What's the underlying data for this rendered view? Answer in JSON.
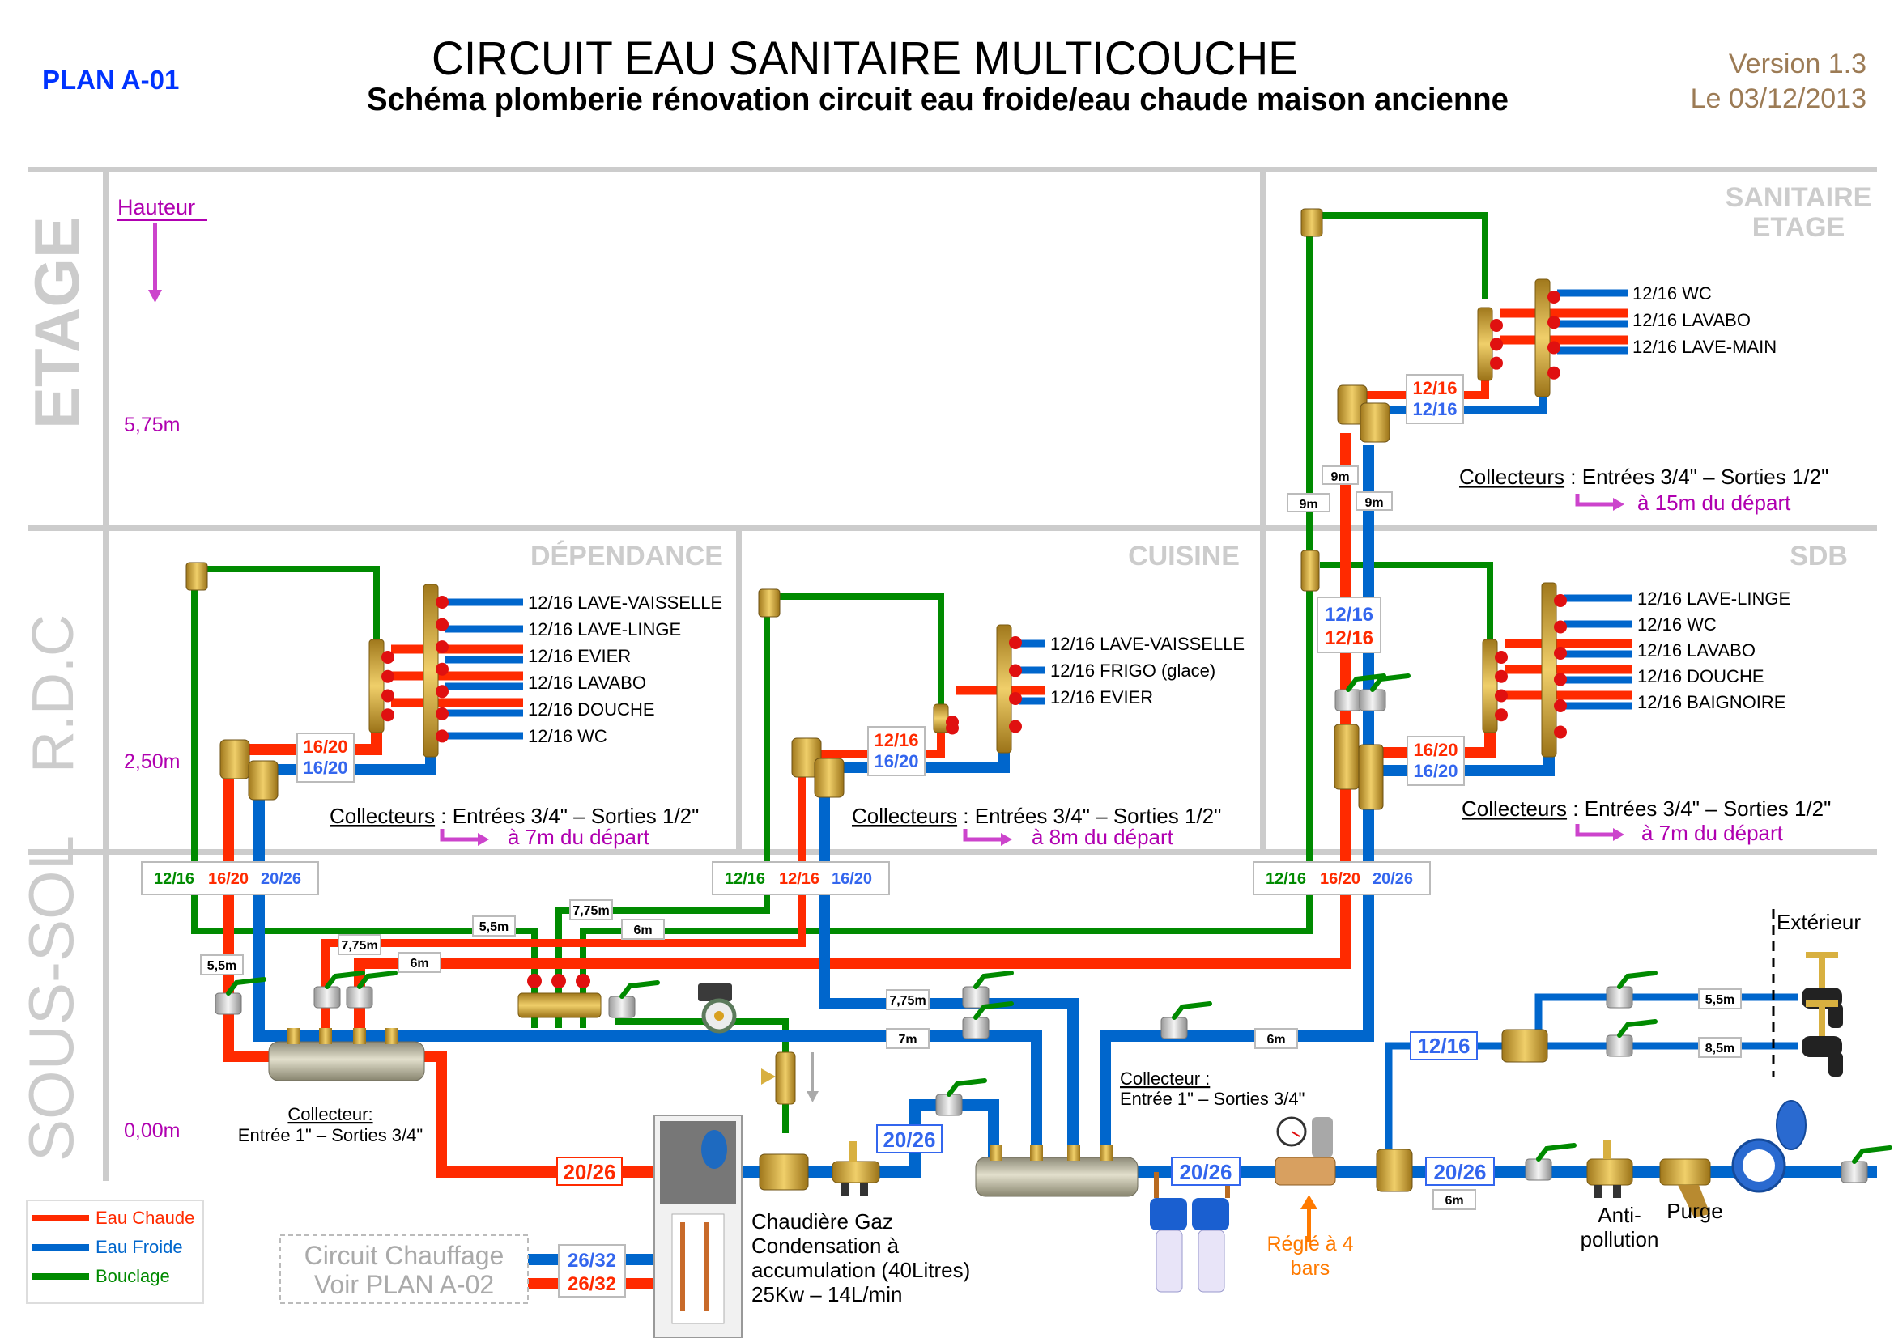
{
  "header": {
    "plan": "PLAN A-01",
    "title": "CIRCUIT EAU SANITAIRE MULTICOUCHE",
    "subtitle": "Schéma plomberie rénovation circuit eau froide/eau chaude maison ancienne",
    "version": "Version 1.3",
    "date": "Le 03/12/2013"
  },
  "colors": {
    "hot": "#ff2a00",
    "cold": "#0066cc",
    "loop": "#008a00",
    "grid": "#cccccc",
    "accent_magenta": "#b000b0",
    "plan_blue": "#0033ff",
    "version_brown": "#9c7b55",
    "label_blue": "#3366ee",
    "orange": "#ff7a00"
  },
  "levels": {
    "etage": "ETAGE",
    "rdc": "R.D.C",
    "soussol": "SOUS-SOL",
    "hauteur": "Hauteur",
    "h_etage": "5,75m",
    "h_rdc": "2,50m",
    "h_soussol": "0,00m"
  },
  "rooms": {
    "sanitaire_etage": [
      "SANITAIRE",
      "ETAGE"
    ],
    "dependance": "DÉPENDANCE",
    "cuisine": "CUISINE",
    "sdb": "SDB"
  },
  "collecteurs_note": "Collecteurs",
  "collecteurs_rest": " : Entrées 3/4\" – Sorties 1/2\"",
  "sections": {
    "etage": {
      "outlets": [
        "12/16  WC",
        "12/16  LAVABO",
        "12/16  LAVE-MAIN"
      ],
      "hot_size": "12/16",
      "cold_size": "12/16",
      "distance": "à 15m du départ",
      "riser_lengths": [
        "9m",
        "9m",
        "9m"
      ]
    },
    "dependance": {
      "outlets": [
        "12/16  LAVE-VAISSELLE",
        "12/16  LAVE-LINGE",
        "12/16  EVIER",
        "12/16  LAVABO",
        "12/16  DOUCHE",
        "12/16  WC"
      ],
      "hot_size": "16/20",
      "cold_size": "16/20",
      "distance": "à 7m du départ",
      "feed": [
        "12/16",
        "16/20",
        "20/26"
      ]
    },
    "cuisine": {
      "outlets": [
        "12/16  LAVE-VAISSELLE",
        "12/16  FRIGO (glace)",
        "12/16  EVIER"
      ],
      "hot_size": "12/16",
      "cold_size": "16/20",
      "distance": "à 8m du départ",
      "feed": [
        "12/16",
        "12/16",
        "16/20"
      ]
    },
    "sdb": {
      "outlets": [
        "12/16  LAVE-LINGE",
        "12/16  WC",
        "12/16  LAVABO",
        "12/16  DOUCHE",
        "12/16  BAIGNOIRE"
      ],
      "hot_size": "16/20",
      "cold_size": "16/20",
      "distance": "à 7m du départ",
      "feed": [
        "12/16",
        "16/20",
        "20/26"
      ],
      "branch_cold": "12/16",
      "branch_hot": "12/16"
    }
  },
  "basement": {
    "lengths": {
      "loop_dep": "5,5m",
      "loop_cui": "7,75m",
      "loop_sdb": "6m",
      "hot_dep": "5,5m",
      "hot_cui": "7,75m",
      "hot_sdb": "6m",
      "cold_cui": "7,75m",
      "cold_dep": "7m",
      "cold_sdb": "6m",
      "ext1": "5,5m",
      "ext2": "8,5m",
      "main": "6m"
    },
    "hot_collector": [
      "Collecteur:",
      "Entrée 1\" – Sorties 3/4\""
    ],
    "cold_collector": [
      "Collecteur :",
      "Entrée 1\" – Sorties 3/4\""
    ],
    "hot_main": "20/26",
    "cold_boiler": "20/26",
    "cold_filter": "20/26",
    "cold_meter": "20/26",
    "ext_branch": "12/16",
    "boiler": [
      "Chaudière Gaz",
      "Condensation à",
      "accumulation (40Litres)",
      "25Kw – 14L/min"
    ],
    "reducer": [
      "Réglé à 4",
      "bars"
    ],
    "anti": [
      "Anti-",
      "pollution"
    ],
    "purge": "Purge",
    "exterieur": "Extérieur",
    "heating": [
      "Circuit Chauffage",
      "Voir PLAN A-02"
    ],
    "heating_cold": "26/32",
    "heating_hot": "26/32"
  },
  "legend": [
    {
      "label": "Eau Chaude",
      "color": "#ff2a00"
    },
    {
      "label": "Eau Froide",
      "color": "#0066cc"
    },
    {
      "label": "Bouclage",
      "color": "#008a00"
    }
  ]
}
